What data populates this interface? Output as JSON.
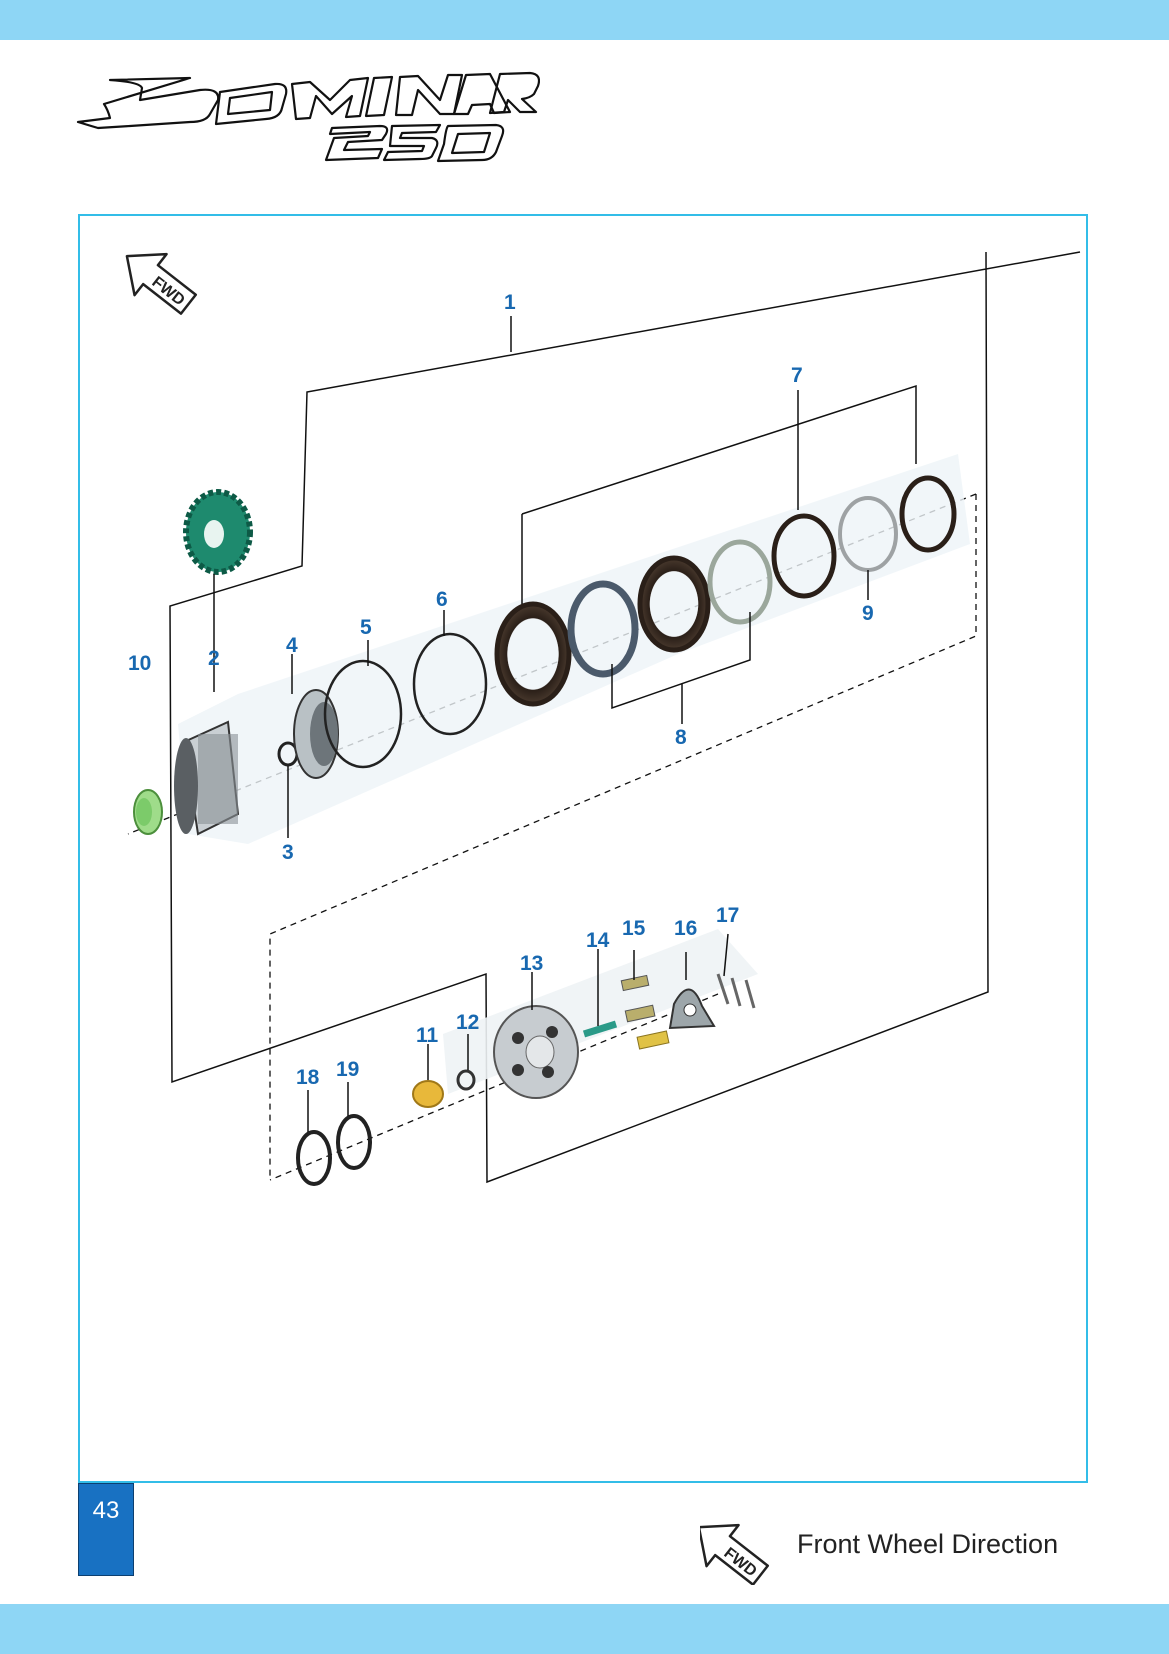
{
  "header": {
    "logo_text": "DOMINAR 250",
    "colors": {
      "band": "#8ed6f5",
      "frame": "#33bde8",
      "callout": "#1868b0",
      "page_box": "#1871c2"
    }
  },
  "diagram": {
    "fwd_badge": "FWD",
    "callouts": [
      "1",
      "2",
      "3",
      "4",
      "5",
      "6",
      "7",
      "8",
      "9",
      "10",
      "11",
      "12",
      "13",
      "14",
      "15",
      "16",
      "17",
      "18",
      "19"
    ],
    "icons": [
      "fwd-arrow-icon"
    ]
  },
  "footer": {
    "page_number": "43",
    "legend_badge": "FWD",
    "legend_text": "Front Wheel  Direction"
  }
}
